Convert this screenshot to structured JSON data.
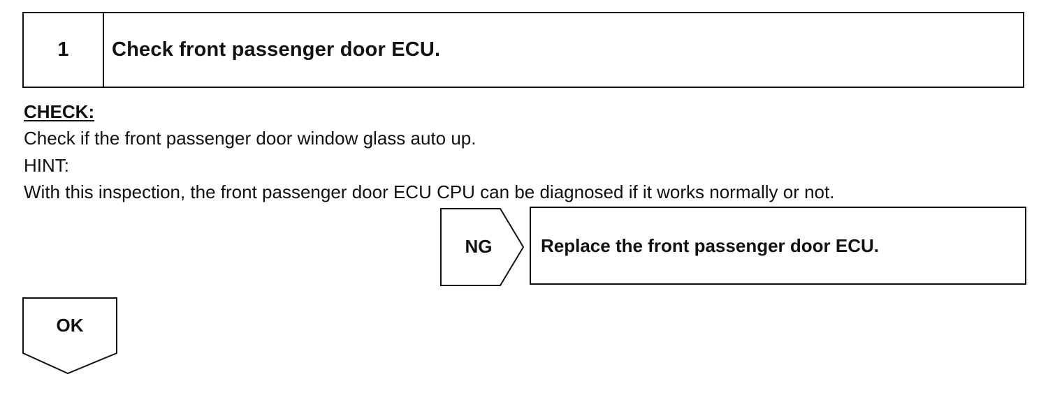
{
  "step": {
    "number": "1",
    "title": "Check front passenger door ECU."
  },
  "check": {
    "heading": "CHECK:",
    "instruction": "Check if the front passenger door window glass auto up.",
    "hint_label": "HINT:",
    "hint_text": "With this inspection, the front passenger door ECU CPU can be diagnosed if it works normally or not."
  },
  "ng_branch": {
    "label": "NG",
    "action": "Replace the front passenger door ECU."
  },
  "ok_branch": {
    "label": "OK"
  }
}
